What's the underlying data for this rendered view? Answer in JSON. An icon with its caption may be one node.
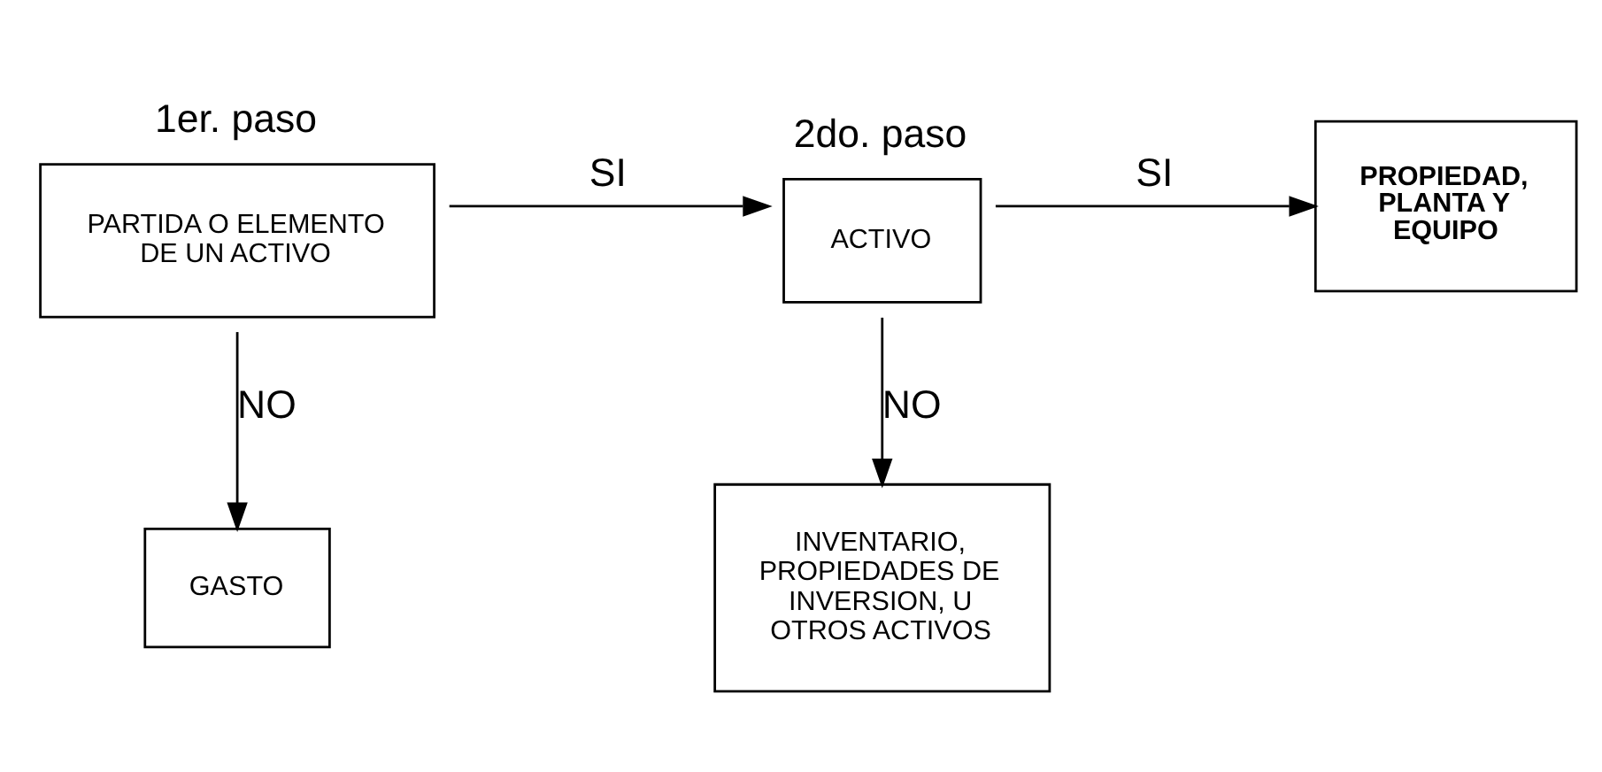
{
  "diagram": {
    "nodes": [
      {
        "text": [
          "PARTIDA O ELEMENTO DE UN ACTIVO"
        ],
        "beside": [
          "1er. paso"
        ]
      },
      {
        "text": [
          "ACTIVO"
        ],
        "beside": [
          "2do. paso"
        ]
      },
      {
        "text": [
          "PROPIEDAD, PLANTA Y EQUIPO"
        ]
      },
      {
        "text": [
          "GASTO"
        ]
      },
      {
        "text": [
          "INVENTARIO, PROPIEDADES DE INVERSION, U OTROS ACTIVOS"
        ]
      }
    ],
    "edges": [
      {
        "from": 0,
        "to": 1,
        "arrow": "to",
        "label": "SI"
      },
      {
        "from": 1,
        "to": 2,
        "arrow": "to",
        "label": "SI"
      },
      {
        "from": 0,
        "to": 3,
        "arrow": "to",
        "label": "NO"
      },
      {
        "from": 1,
        "to": 4,
        "arrow": "to",
        "label": "NO"
      }
    ]
  }
}
